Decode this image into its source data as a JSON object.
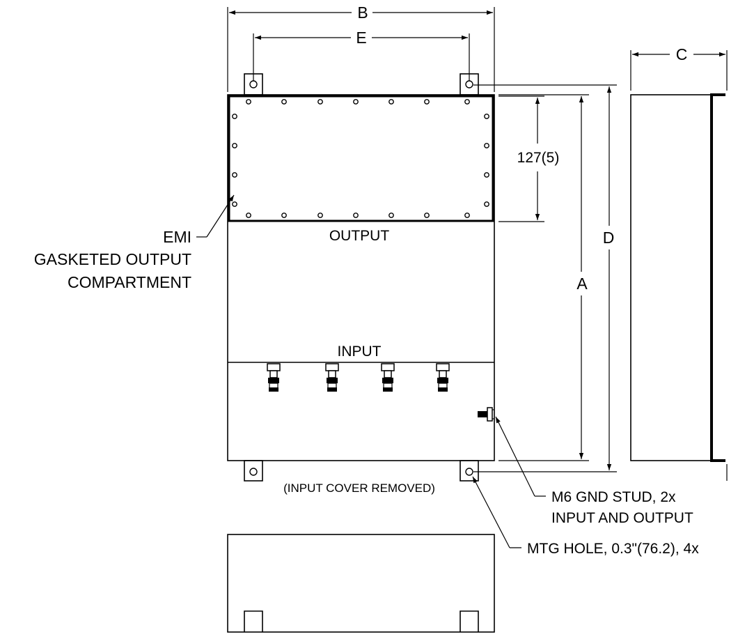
{
  "dimensions": {
    "b": "B",
    "e": "E",
    "c": "C",
    "d": "D",
    "a": "A",
    "cover": "127(5)"
  },
  "compartments": {
    "output": "OUTPUT",
    "input": "INPUT"
  },
  "callouts": {
    "emi_line1": "EMI",
    "emi_line2": "GASKETED OUTPUT",
    "emi_line3": "COMPARTMENT",
    "cover_removed": "(INPUT COVER REMOVED)",
    "stud_line1": "M6 GND STUD, 2x",
    "stud_line2": "INPUT AND OUTPUT",
    "mtg_hole": "MTG HOLE, 0.3\"(76.2), 4x"
  }
}
